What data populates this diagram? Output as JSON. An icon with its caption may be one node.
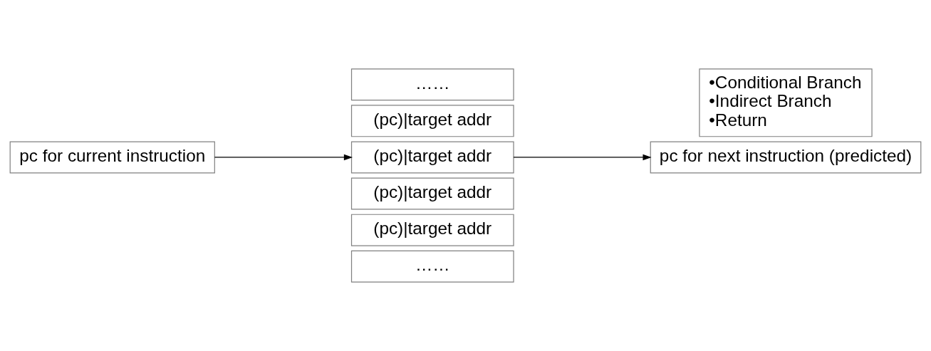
{
  "diagram": {
    "nodes": [
      {
        "text": [
          "……"
        ]
      },
      {
        "text": [
          "(pc)|target addr"
        ]
      },
      {
        "text": [
          "(pc)|target addr"
        ]
      },
      {
        "text": [
          "(pc)|target addr"
        ]
      },
      {
        "text": [
          "(pc)|target addr"
        ]
      },
      {
        "text": [
          "……"
        ]
      },
      {
        "text": [
          "pc for current instruction"
        ]
      },
      {
        "text": [
          "•Conditional Branch",
          "•Indirect Branch",
          "•Return"
        ]
      },
      {
        "text": [
          "pc for next instruction (predicted)"
        ]
      }
    ],
    "edges": [
      {
        "from": 6,
        "to": 2,
        "arrow": "to"
      },
      {
        "from": 2,
        "to": 8,
        "arrow": "to"
      }
    ]
  }
}
